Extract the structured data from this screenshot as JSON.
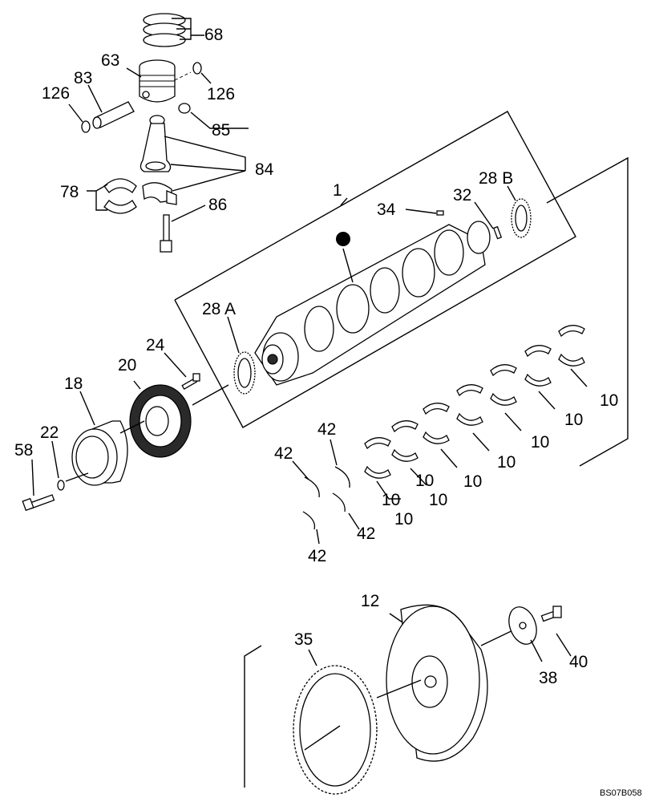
{
  "diagram": {
    "reference_code": "BS07B058",
    "labels": {
      "p1": "1",
      "p10a": "10",
      "p10b": "10",
      "p10c": "10",
      "p10d": "10",
      "p10e": "10",
      "p10f": "10",
      "p10g": "10",
      "p10h": "10",
      "p10i": "10",
      "p12": "12",
      "p18": "18",
      "p20": "20",
      "p22": "22",
      "p24": "24",
      "p28a": "28 A",
      "p28b": "28 B",
      "p32": "32",
      "p34": "34",
      "p35": "35",
      "p38": "38",
      "p40": "40",
      "p42a": "42",
      "p42b": "42",
      "p42c": "42",
      "p42d": "42",
      "p58": "58",
      "p63": "63",
      "p68": "68",
      "p78": "78",
      "p83": "83",
      "p84": "84",
      "p85": "85",
      "p86": "86",
      "p126a": "126",
      "p126b": "126"
    }
  }
}
